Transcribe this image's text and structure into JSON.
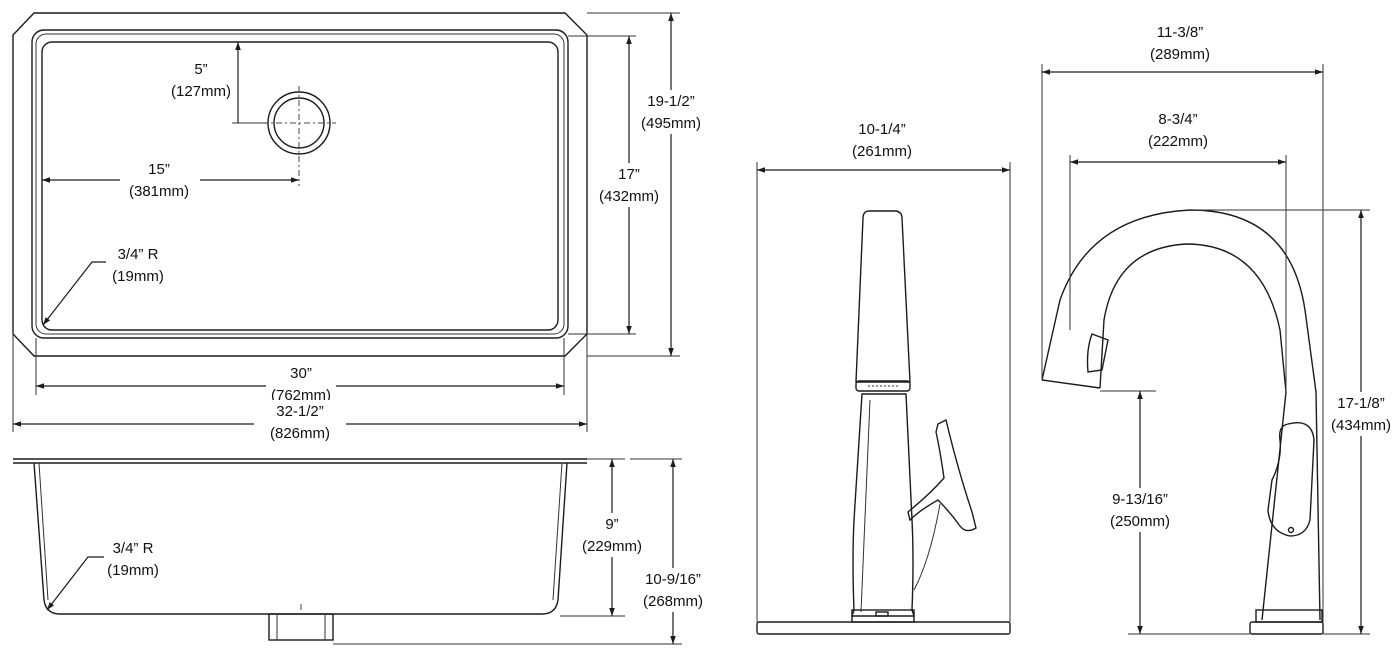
{
  "sink_top": {
    "drain_offset_y": [
      "5”",
      "(127mm)"
    ],
    "drain_offset_x": [
      "15”",
      "(381mm)"
    ],
    "corner_radius": [
      "3/4” R",
      "(19mm)"
    ],
    "bowl_length": [
      "30”",
      "(762mm)"
    ],
    "overall_length": [
      "32-1/2”",
      "(826mm)"
    ],
    "bowl_width": [
      "17”",
      "(432mm)"
    ],
    "overall_width": [
      "19-1/2”",
      "(495mm)"
    ]
  },
  "sink_side": {
    "corner_radius": [
      "3/4” R",
      "(19mm)"
    ],
    "bowl_depth": [
      "9”",
      "(229mm)"
    ],
    "overall_depth": [
      "10-9/16”",
      "(268mm)"
    ]
  },
  "faucet_front": {
    "deck_width": [
      "10-1/4”",
      "(261mm)"
    ]
  },
  "faucet_side": {
    "overall_reach": [
      "11-3/8”",
      "(289mm)"
    ],
    "spout_reach": [
      "8-3/4”",
      "(222mm)"
    ],
    "spout_height": [
      "9-13/16”",
      "(250mm)"
    ],
    "overall_height": [
      "17-1/8”",
      "(434mm)"
    ]
  },
  "colors": {
    "line": "#1c1c1c",
    "background": "#ffffff"
  }
}
